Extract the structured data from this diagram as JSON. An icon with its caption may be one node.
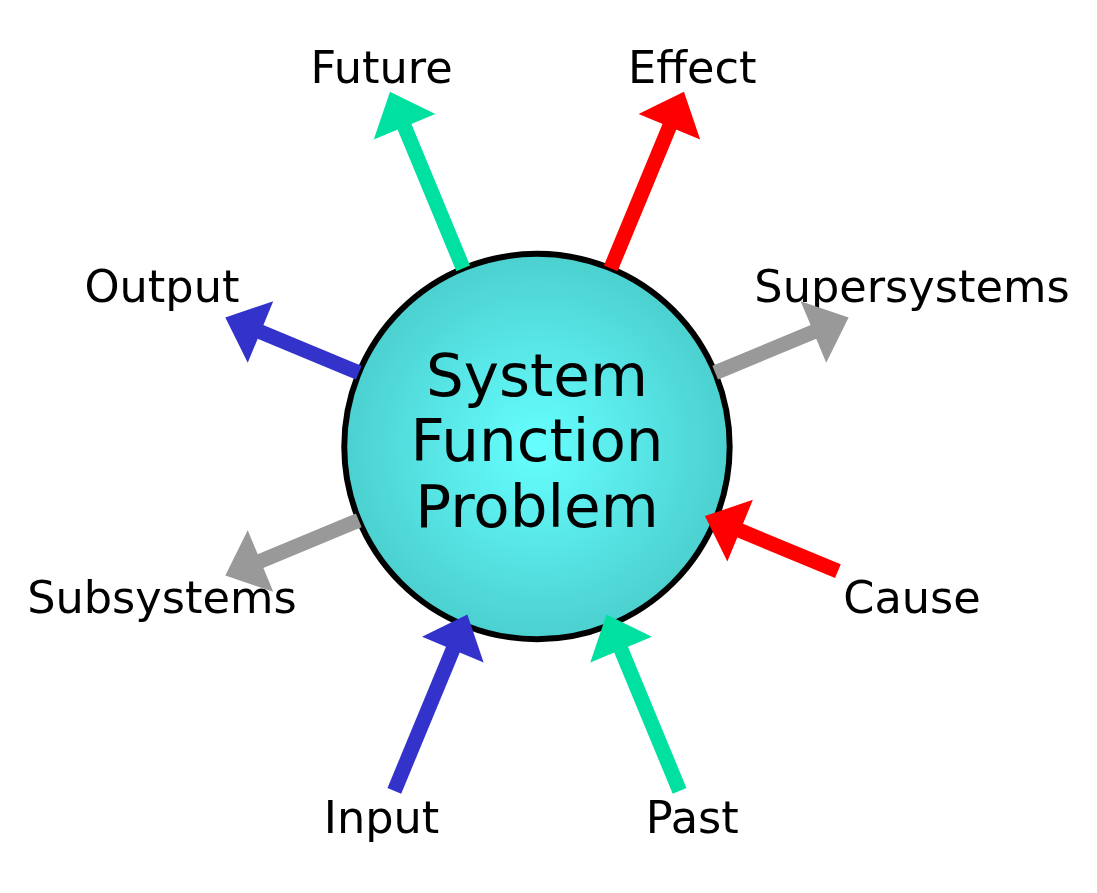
{
  "diagram": {
    "nodes": [
      {
        "text": [
          "System Function Problem"
        ]
      },
      {
        "text": [
          "Supersystems"
        ]
      },
      {
        "text": [
          "Input"
        ]
      },
      {
        "text": [
          "Effect"
        ]
      },
      {
        "text": [
          "Past"
        ]
      },
      {
        "text": [
          "Future"
        ]
      },
      {
        "text": [
          "Cause"
        ]
      },
      {
        "text": [
          "Output"
        ]
      },
      {
        "text": [
          "Subsystems"
        ]
      }
    ],
    "edges": [
      {
        "from": 0,
        "to": 1,
        "arrow": "to",
        "color": "#999999"
      },
      {
        "from": 2,
        "to": 0,
        "arrow": "to",
        "color": "#3333cc"
      },
      {
        "from": 0,
        "to": 3,
        "arrow": "to",
        "color": "#ff0000"
      },
      {
        "from": 4,
        "to": 0,
        "arrow": "to",
        "color": "#00e0a0"
      },
      {
        "from": 0,
        "to": 5,
        "arrow": "to",
        "color": "#00e0a0"
      },
      {
        "from": 6,
        "to": 0,
        "arrow": "to",
        "color": "#ff0000"
      },
      {
        "from": 0,
        "to": 7,
        "arrow": "to",
        "color": "#3333cc"
      },
      {
        "from": 0,
        "to": 8,
        "arrow": "to",
        "color": "#999999"
      }
    ]
  }
}
